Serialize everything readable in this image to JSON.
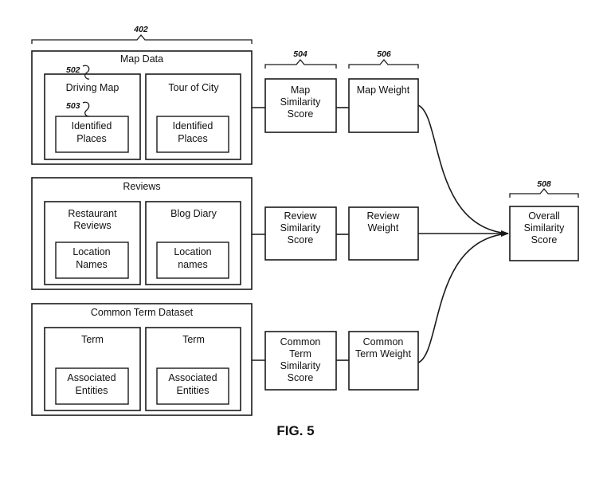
{
  "refs": {
    "r402": "402",
    "r502": "502",
    "r503": "503",
    "r504": "504",
    "r506": "506",
    "r508": "508"
  },
  "map_data": {
    "title": "Map Data",
    "sub1": {
      "title": "Driving Map",
      "inner": [
        "Identified",
        "Places"
      ]
    },
    "sub2": {
      "title": "Tour of City",
      "inner": [
        "Identified",
        "Places"
      ]
    }
  },
  "reviews": {
    "title": "Reviews",
    "sub1": {
      "title": [
        "Restaurant",
        "Reviews"
      ],
      "inner": [
        "Location",
        "Names"
      ]
    },
    "sub2": {
      "title": "Blog Diary",
      "inner": [
        "Location",
        "names"
      ]
    }
  },
  "common_term": {
    "title": "Common Term Dataset",
    "sub1": {
      "title": "Term",
      "inner": [
        "Associated",
        "Entities"
      ]
    },
    "sub2": {
      "title": "Term",
      "inner": [
        "Associated",
        "Entities"
      ]
    }
  },
  "scores": {
    "map": [
      "Map",
      "Similarity",
      "Score"
    ],
    "review": [
      "Review",
      "Similarity",
      "Score"
    ],
    "common": [
      "Common",
      "Term",
      "Similarity",
      "Score"
    ]
  },
  "weights": {
    "map": [
      "Map Weight"
    ],
    "review": [
      "Review",
      "Weight"
    ],
    "common": [
      "Common",
      "Term Weight"
    ]
  },
  "overall": [
    "Overall",
    "Similarity",
    "Score"
  ],
  "figure_label": "FIG. 5"
}
